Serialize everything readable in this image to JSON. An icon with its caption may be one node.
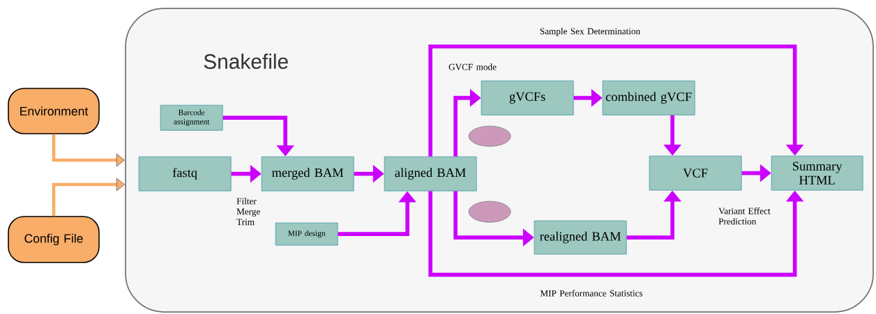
{
  "diagram": {
    "nodes": [
      {
        "text": [
          "Snakefile"
        ]
      },
      {
        "text": [
          "Environment"
        ]
      },
      {
        "text": [
          "Config File"
        ]
      },
      {
        "text": [
          "fastq"
        ],
        "in": 0
      },
      {
        "text": [
          "Barcode assignment"
        ],
        "in": 0
      },
      {
        "text": [
          "merged BAM"
        ],
        "in": 0
      },
      {
        "text": [
          "MIP design"
        ],
        "in": 0
      },
      {
        "text": [
          "aligned BAM"
        ],
        "in": 0
      },
      {
        "text": [],
        "shape": "ellipse",
        "in": 0
      },
      {
        "text": [
          "gVCFs"
        ],
        "in": 0
      },
      {
        "text": [
          "combined gVCF"
        ],
        "in": 0
      },
      {
        "text": [],
        "shape": "ellipse",
        "in": 0
      },
      {
        "text": [
          "realigned BAM"
        ],
        "in": 0
      },
      {
        "text": [
          "VCF"
        ],
        "in": 0
      },
      {
        "text": [
          "Summary HTML"
        ],
        "in": 0
      }
    ],
    "edges": [
      {
        "from": 1,
        "to": 0,
        "arrow": "to",
        "color": "#f8ad68"
      },
      {
        "from": 2,
        "to": 0,
        "arrow": "to",
        "color": "#f8ad68"
      },
      {
        "from": 3,
        "to": 5,
        "arrow": "to",
        "label": "Filter Merge Trim"
      },
      {
        "from": 4,
        "to": 5,
        "arrow": "to"
      },
      {
        "from": 5,
        "to": 7,
        "arrow": "to"
      },
      {
        "from": 6,
        "to": 7,
        "arrow": "to"
      },
      {
        "from": 7,
        "to": 9,
        "arrow": "to",
        "label": "GVCF mode"
      },
      {
        "from": 9,
        "to": 10,
        "arrow": "to"
      },
      {
        "from": 10,
        "to": 13,
        "arrow": "to"
      },
      {
        "from": 7,
        "to": 12,
        "arrow": "to"
      },
      {
        "from": 12,
        "to": 13,
        "arrow": "to"
      },
      {
        "from": 13,
        "to": 14,
        "arrow": "to",
        "label": "Variant Effect Prediction"
      },
      {
        "from": 7,
        "to": 14,
        "arrow": "to",
        "label": "Sample Sex Determination"
      },
      {
        "from": 7,
        "to": 14,
        "arrow": "to",
        "label": "MIP Performance Statistics"
      }
    ]
  }
}
